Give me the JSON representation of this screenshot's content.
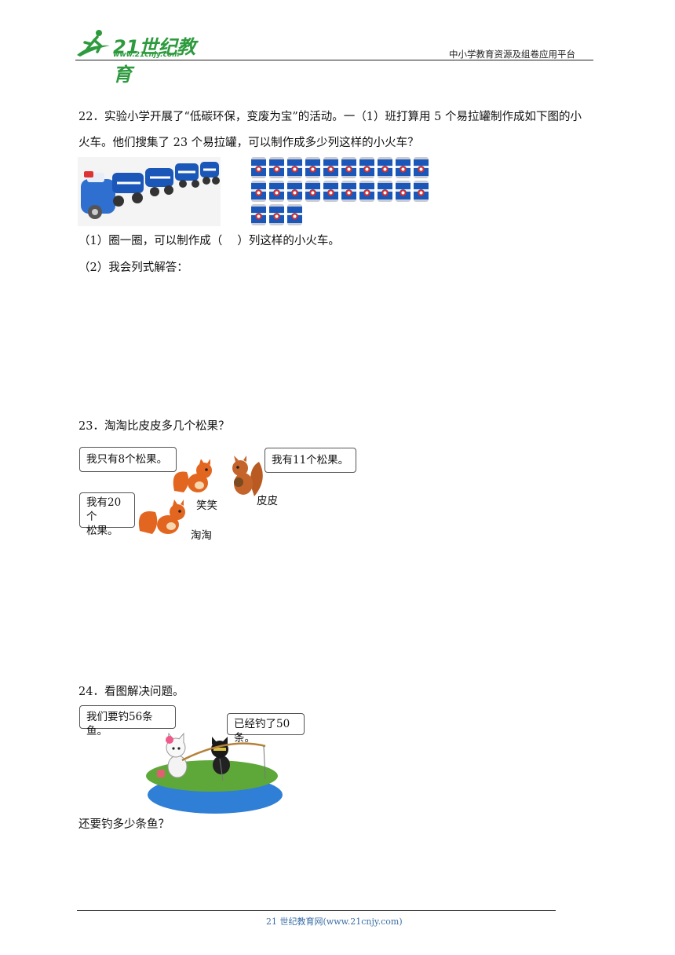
{
  "header": {
    "logo_text": "21世纪教育",
    "logo_url": "www.21cnjy.com",
    "right_text": "中小学教育资源及组卷应用平台"
  },
  "q22": {
    "line1": "22．实验小学开展了“低碳环保，变废为宝”的活动。一（1）班打算用 5 个易拉罐制作成如下图的小",
    "line2": "火车。他们搜集了 23 个易拉罐，可以制作成多少列这样的小火车？",
    "part1": "（1）圈一圈，可以制作成（　 ）列这样的小火车。",
    "part2": "（2）我会列式解答：",
    "cans_per_train": 5,
    "can_count": 23
  },
  "q23": {
    "question": "23．淘淘比皮皮多几个松果？",
    "bubble_xiaoxiao": "我只有8个松果。",
    "bubble_pipi": "我有11个松果。",
    "bubble_taotao_l1": "我有20个",
    "bubble_taotao_l2": "松果。",
    "name_xiaoxiao": "笑笑",
    "name_pipi": "皮皮",
    "name_taotao": "淘淘"
  },
  "q24": {
    "question": "24．看图解决问题。",
    "bubble_left": "我们要钓56条鱼。",
    "bubble_right": "已经钓了50条。",
    "sub_question": "还要钓多少条鱼？"
  },
  "footer": {
    "text": "21 世纪教育网(www.21cnjy.com)"
  },
  "colors": {
    "brand_green": "#2e9a3e",
    "footer_blue": "#3a6ea5",
    "can_blue": "#1b57b8",
    "squirrel_orange": "#e2661f"
  }
}
